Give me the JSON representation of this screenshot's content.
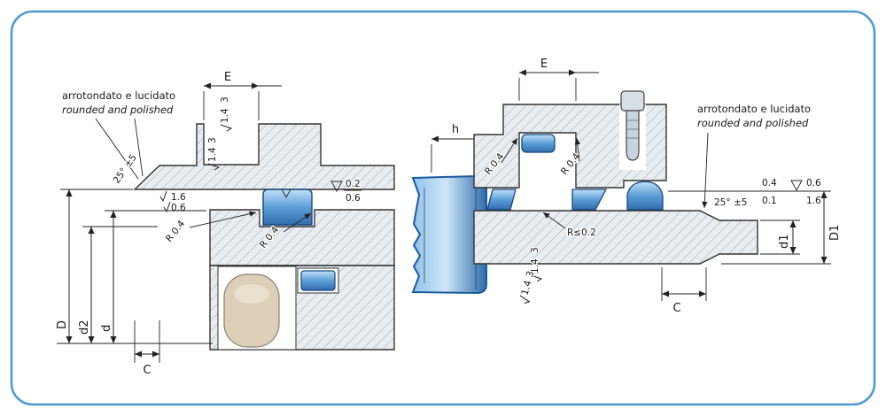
{
  "colors": {
    "frame": "#4d9bd1",
    "seal_blue": "#4584c4",
    "seal_edge": "#17477e",
    "hatch_fill": "#e9edf0",
    "hatch_line": "#98a6b3",
    "metal_beige": "#dcd0b8",
    "line": "#222222"
  },
  "notes": {
    "it": "arrotondato e lucidato",
    "en": "rounded and polished"
  },
  "dims": {
    "E": "E",
    "h": "h",
    "C": "C",
    "D": "D",
    "d2": "d2",
    "d": "d",
    "d1": "d1",
    "D1": "D1"
  },
  "values": {
    "chamfer": "25° ±5",
    "radius_04": "R 0.4",
    "radius_max": "R≤0.2",
    "ra_16": "1.6",
    "ra_06": "0.6",
    "ra_02": "0.2",
    "ra_04": "0.4",
    "ra_01": "0.1",
    "fin_3": "3",
    "fin_14": "1.4"
  }
}
